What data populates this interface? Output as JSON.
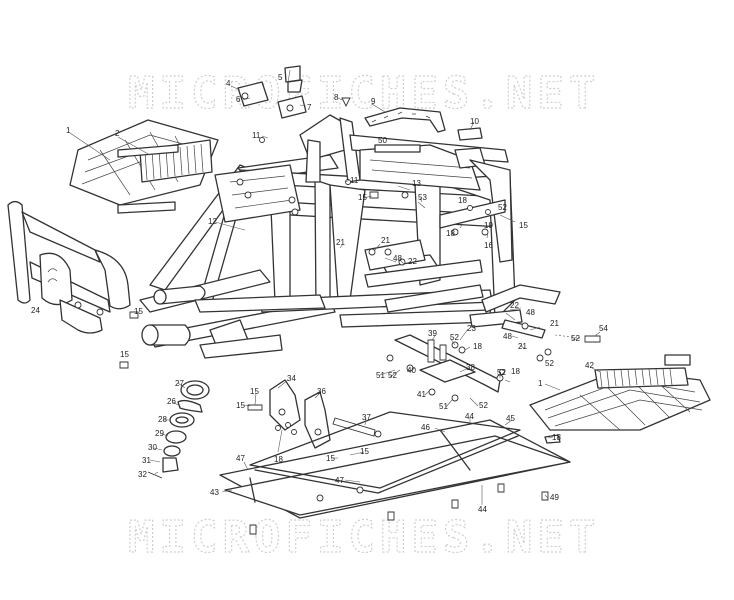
{
  "watermark": {
    "top": "MICROFICHES.NET",
    "bottom": "MICROFICHES.NET"
  },
  "callouts": [
    "1",
    "2",
    "4",
    "5",
    "6",
    "7",
    "8",
    "9",
    "10",
    "11",
    "11",
    "12",
    "13",
    "15",
    "50",
    "18",
    "52",
    "15",
    "19",
    "16",
    "18",
    "53",
    "21",
    "21",
    "48",
    "22",
    "24",
    "15",
    "15",
    "22",
    "48",
    "21",
    "52",
    "54",
    "48",
    "21",
    "52",
    "42",
    "39",
    "23",
    "52",
    "18",
    "51",
    "52",
    "40",
    "38",
    "52",
    "18",
    "41",
    "51",
    "52",
    "1",
    "27",
    "26",
    "28",
    "29",
    "30",
    "31",
    "32",
    "34",
    "15",
    "15",
    "36",
    "37",
    "18",
    "15",
    "15",
    "46",
    "44",
    "45",
    "18",
    "47",
    "47",
    "43",
    "44",
    "49"
  ]
}
